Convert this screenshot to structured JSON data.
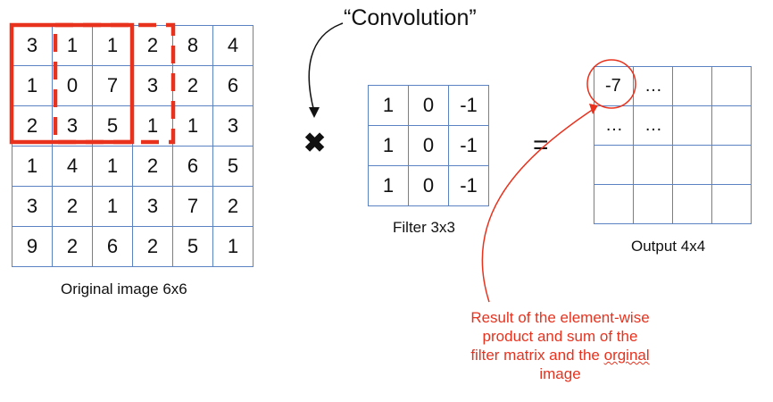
{
  "convolution_label": "“Convolution”",
  "original_image": {
    "caption": "Original image 6x6",
    "rows": [
      [
        "3",
        "1",
        "1",
        "2",
        "8",
        "4"
      ],
      [
        "1",
        "0",
        "7",
        "3",
        "2",
        "6"
      ],
      [
        "2",
        "3",
        "5",
        "1",
        "1",
        "3"
      ],
      [
        "1",
        "4",
        "1",
        "2",
        "6",
        "5"
      ],
      [
        "3",
        "2",
        "1",
        "3",
        "7",
        "2"
      ],
      [
        "9",
        "2",
        "6",
        "2",
        "5",
        "1"
      ]
    ]
  },
  "operator": {
    "multiply_icon": "✖",
    "equals": "="
  },
  "filter": {
    "caption": "Filter 3x3",
    "rows": [
      [
        "1",
        "0",
        "-1"
      ],
      [
        "1",
        "0",
        "-1"
      ],
      [
        "1",
        "0",
        "-1"
      ]
    ]
  },
  "output": {
    "caption": "Output 4x4",
    "rows": [
      [
        "-7",
        "…",
        "",
        ""
      ],
      [
        "…",
        "…",
        "",
        ""
      ],
      [
        "",
        "",
        "",
        ""
      ],
      [
        "",
        "",
        "",
        ""
      ]
    ]
  },
  "result_note": {
    "line1": "Result of the element-wise",
    "line2": "product and sum of the",
    "line3_a": "filter matrix and the ",
    "line3_b": "orginal",
    "line4": "image"
  },
  "colors": {
    "accent_red": "#e8321e",
    "grid_blue": "#5b83c4"
  }
}
